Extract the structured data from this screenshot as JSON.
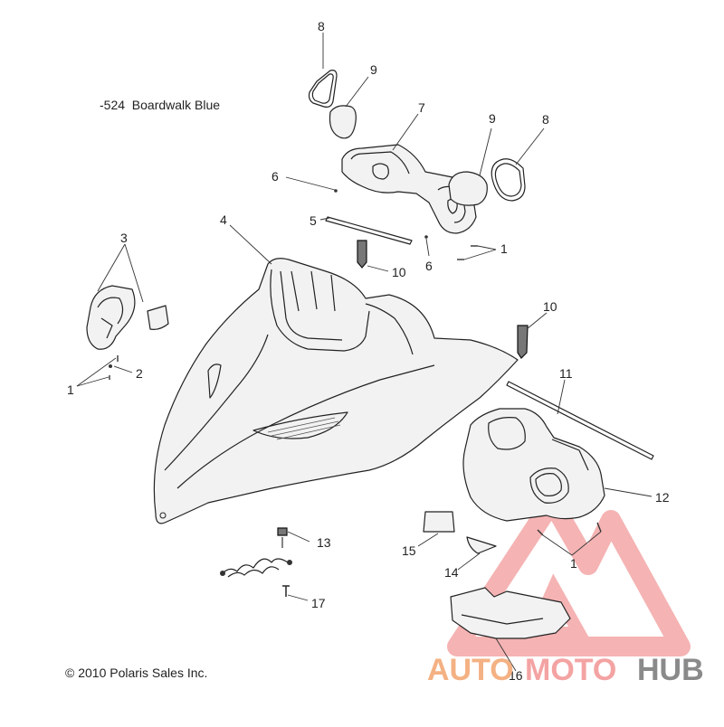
{
  "diagram": {
    "variant_note": "-524  Boardwalk Blue",
    "copyright": "© 2010 Polaris Sales Inc.",
    "callouts": [
      {
        "id": "c8a",
        "label": "8"
      },
      {
        "id": "c9a",
        "label": "9"
      },
      {
        "id": "c7",
        "label": "7"
      },
      {
        "id": "c9b",
        "label": "9"
      },
      {
        "id": "c8b",
        "label": "8"
      },
      {
        "id": "c6a",
        "label": "6"
      },
      {
        "id": "c5",
        "label": "5"
      },
      {
        "id": "c4",
        "label": "4"
      },
      {
        "id": "c3",
        "label": "3"
      },
      {
        "id": "c10a",
        "label": "10"
      },
      {
        "id": "c6b",
        "label": "6"
      },
      {
        "id": "c1a",
        "label": "1"
      },
      {
        "id": "c10b",
        "label": "10"
      },
      {
        "id": "c2",
        "label": "2"
      },
      {
        "id": "c1b",
        "label": "1"
      },
      {
        "id": "c11",
        "label": "11"
      },
      {
        "id": "c12",
        "label": "12"
      },
      {
        "id": "c13",
        "label": "13"
      },
      {
        "id": "c15",
        "label": "15"
      },
      {
        "id": "c14",
        "label": "14"
      },
      {
        "id": "c1c",
        "label": "1"
      },
      {
        "id": "c17",
        "label": "17"
      },
      {
        "id": "c16",
        "label": "16"
      }
    ]
  },
  "watermark": {
    "word_part1": "AUTO",
    "word_part2": "MOTO",
    "word_part3": "HUB",
    "color_orange": "#f4b183",
    "color_red": "#f4a3a3",
    "color_gray": "#8a8a8a"
  }
}
